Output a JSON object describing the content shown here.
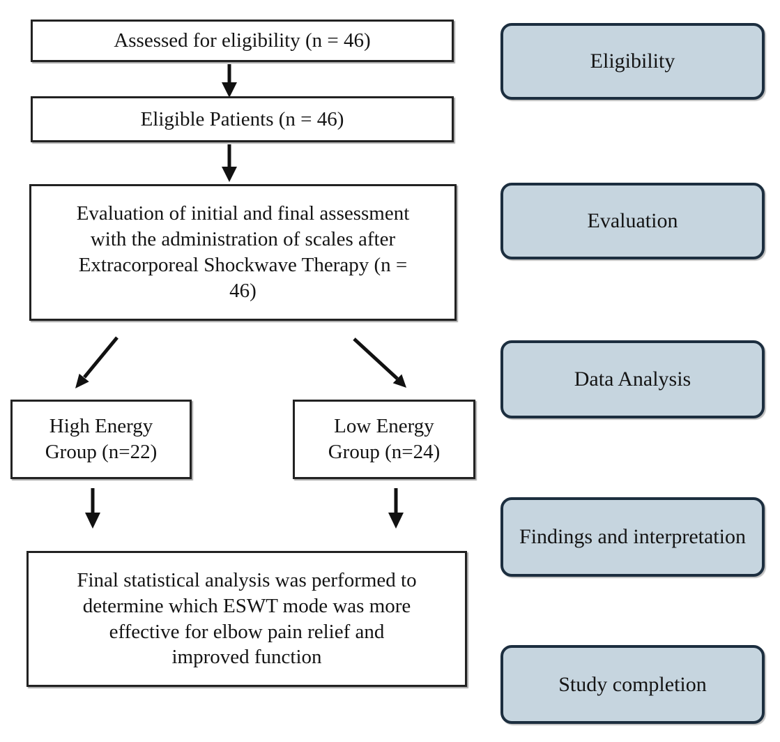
{
  "flowchart": {
    "boxes": {
      "assessed": "Assessed for eligibility (n = 46)",
      "eligible": "Eligible Patients (n = 46)",
      "evaluation": "Evaluation of initial and final assessment with the administration of scales after Extracorporeal Shockwave Therapy (n = 46)",
      "high_energy": "High Energy Group (n=22)",
      "low_energy": "Low Energy Group (n=24)",
      "final_analysis": "Final statistical analysis was performed to determine which ESWT mode was more effective for elbow pain relief and improved function"
    },
    "stages": [
      {
        "label": "Eligibility"
      },
      {
        "label": "Evaluation"
      },
      {
        "label": "Data Analysis"
      },
      {
        "label": "Findings and interpretation"
      },
      {
        "label": "Study completion"
      }
    ],
    "counts": {
      "assessed": 46,
      "eligible": 46,
      "evaluated": 46,
      "high_energy_group": 22,
      "low_energy_group": 24
    },
    "colors": {
      "stage_fill": "#c6d5df",
      "stage_border": "#1c2e3f",
      "flow_box_fill": "#ffffff",
      "flow_box_border": "#222222",
      "arrow": "#111111",
      "text": "#141414"
    }
  }
}
